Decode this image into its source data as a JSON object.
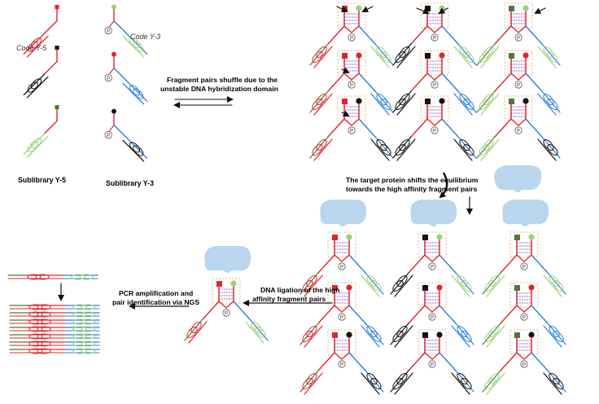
{
  "labels": {
    "code_y5": "Code Y-5",
    "code_y3": "Code Y-3",
    "sublibrary_y5": "Sublibrary Y-5",
    "sublibrary_y3": "Sublibrary Y-3",
    "shuffle_line1": "Fragment pairs shuffle due to the",
    "shuffle_line2": "unstable DNA hybridization domain",
    "target_line1": "The target protein shifts the equilibrium",
    "target_line2": "towards the high affinity fragment pairs",
    "ligation_line1": "DNA ligation of the high",
    "ligation_line2": "affinity fragment pairs",
    "pcr_line1": "PCR amplification and",
    "pcr_line2": "pair identification via NGS",
    "phosphate": "P"
  },
  "colors": {
    "red": "#e0262a",
    "green_dark": "#4a7a3a",
    "green_light": "#9bd27a",
    "blue": "#2b7fd8",
    "black": "#111111",
    "protein": "#b9d6ee",
    "dashed_box": "#f0a060",
    "hybrid": "#7b3fa6",
    "white": "#ffffff"
  }
}
